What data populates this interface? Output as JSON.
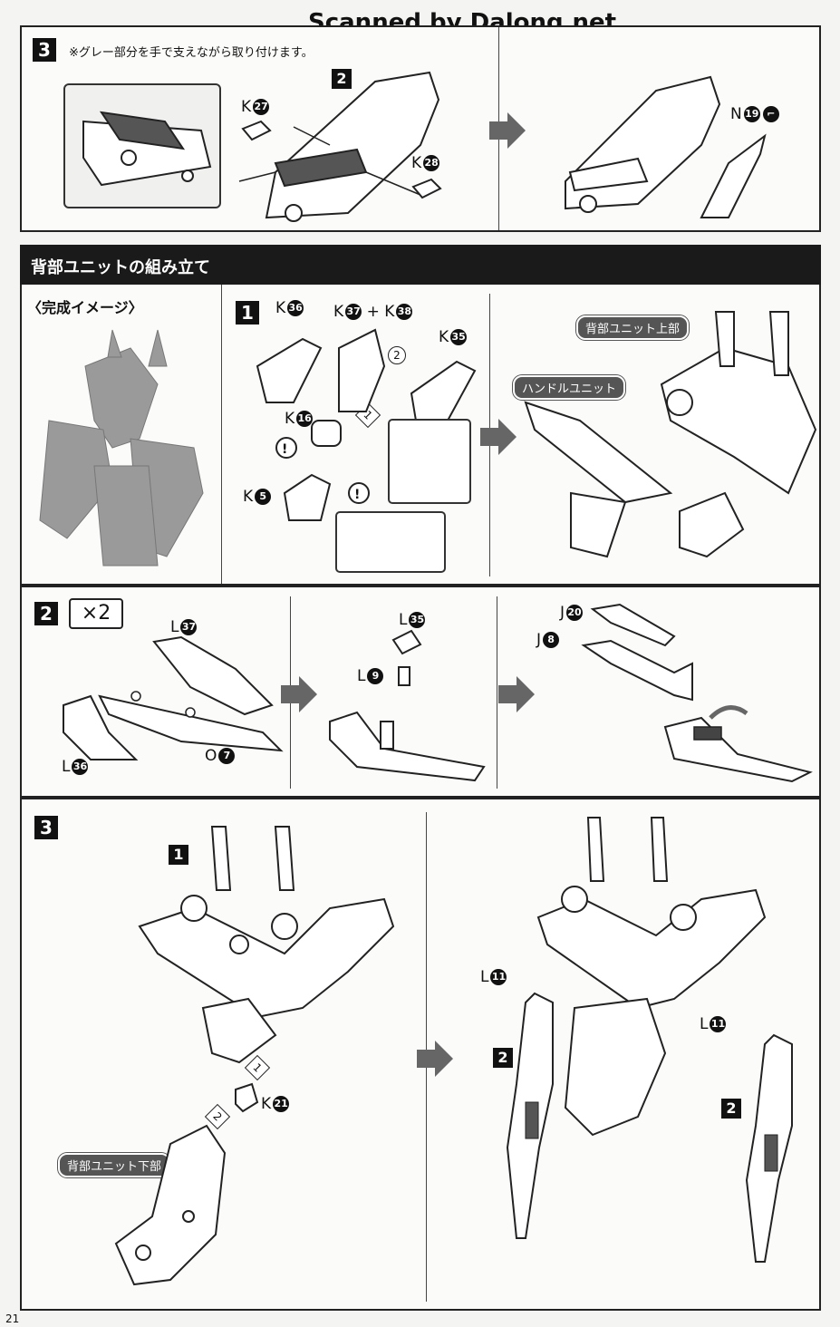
{
  "watermark": "Scanned by Dalong.net",
  "step3_top": {
    "number": "3",
    "note": "※グレー部分を手で支えながら取り付けます。",
    "badge": "2",
    "parts": [
      {
        "letter": "K",
        "num": "27"
      },
      {
        "letter": "K",
        "num": "28"
      },
      {
        "letter": "N",
        "num": "19"
      }
    ]
  },
  "section": {
    "title": "背部ユニットの組み立て",
    "image_label": "〈完成イメージ〉"
  },
  "step1": {
    "number": "1",
    "parts": [
      {
        "letter": "K",
        "num": "36"
      },
      {
        "letter": "K",
        "num": "37"
      },
      {
        "letter": "K",
        "num": "38"
      },
      {
        "letter": "K",
        "num": "35"
      },
      {
        "letter": "K",
        "num": "16"
      },
      {
        "letter": "K",
        "num": "5"
      }
    ],
    "plus": "+",
    "order": [
      "1",
      "2"
    ],
    "tag_upper": "背部ユニット上部",
    "tag_handle": "ハンドルユニット"
  },
  "step2": {
    "number": "2",
    "multiplier": "×2",
    "parts": [
      {
        "letter": "L",
        "num": "37"
      },
      {
        "letter": "L",
        "num": "36"
      },
      {
        "letter": "O",
        "num": "7"
      },
      {
        "letter": "L",
        "num": "35"
      },
      {
        "letter": "L",
        "num": "9"
      },
      {
        "letter": "J",
        "num": "20"
      },
      {
        "letter": "J",
        "num": "8"
      }
    ]
  },
  "step3": {
    "number": "3",
    "ref1": "1",
    "ref2": "2",
    "ref2b": "2",
    "order": [
      "1",
      "2"
    ],
    "parts": [
      {
        "letter": "K",
        "num": "21"
      },
      {
        "letter": "L",
        "num": "11"
      },
      {
        "letter": "L",
        "num": "11"
      }
    ],
    "tag_lower": "背部ユニット下部"
  },
  "page_number": "21",
  "colors": {
    "dark": "#111111",
    "header_bg": "#1a1a1a",
    "tag_bg": "#555555",
    "arrow": "#666666"
  }
}
